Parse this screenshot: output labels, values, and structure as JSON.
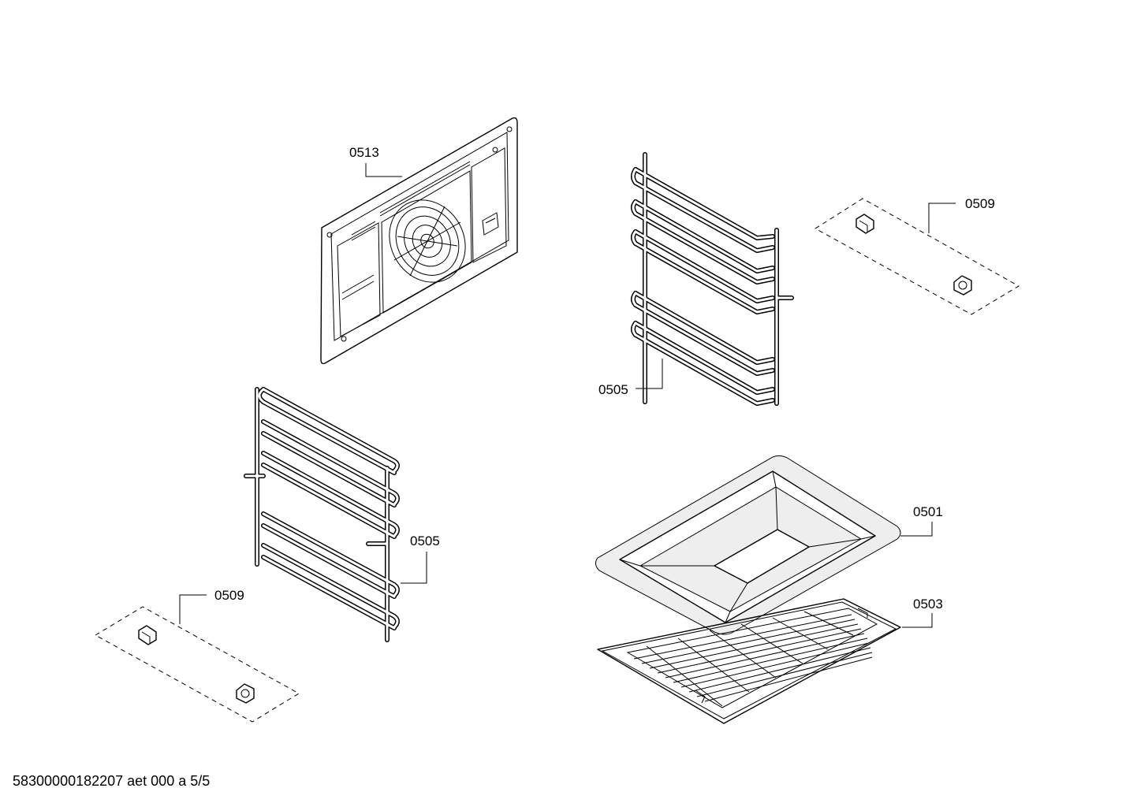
{
  "parts": {
    "back_panel": "0513",
    "rack_right": "0505",
    "rack_left": "0505",
    "fasteners_right": "0509",
    "fasteners_left": "0509",
    "tray": "0501",
    "grid": "0503"
  },
  "footer": "58300000182207 aet 000 a 5/5"
}
